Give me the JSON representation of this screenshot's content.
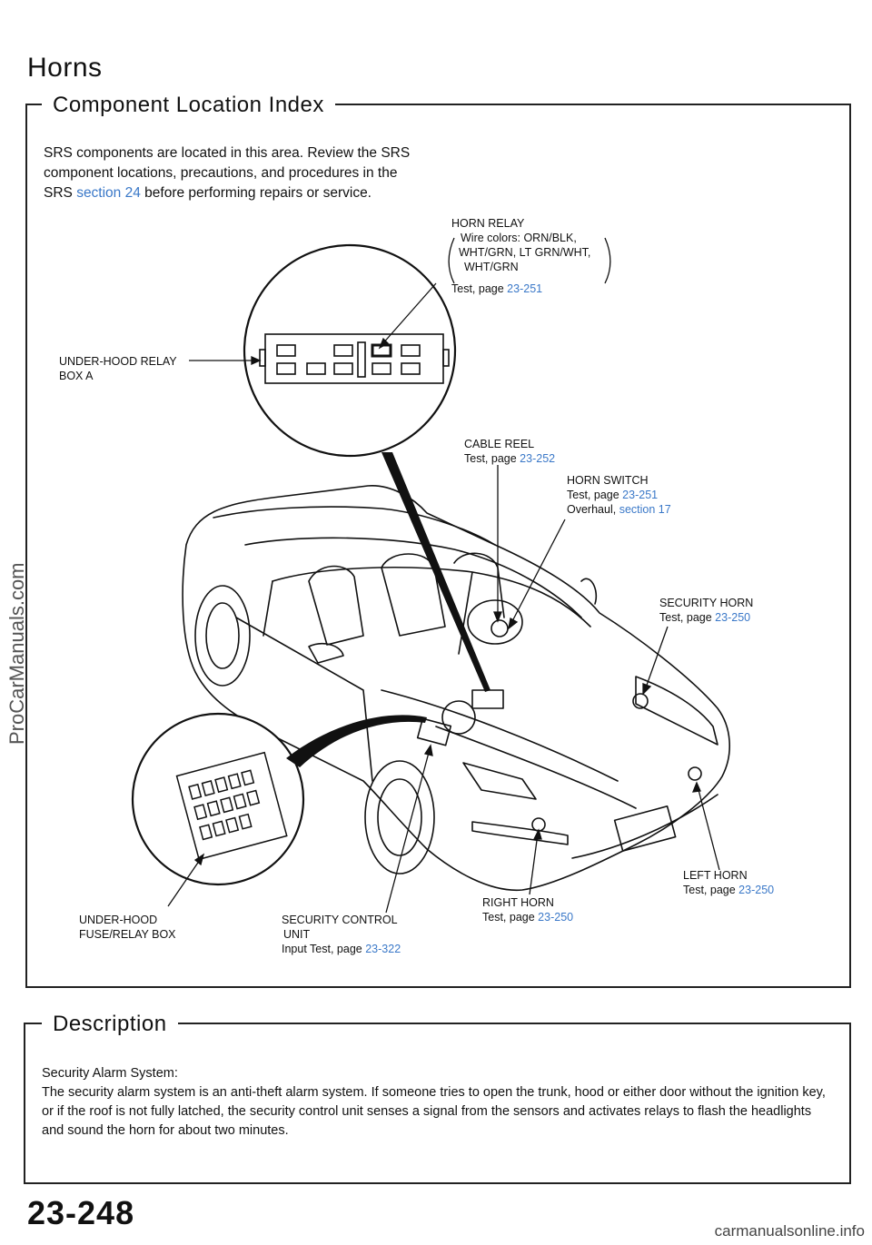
{
  "page_title": "Horns",
  "section1_title": "Component Location Index",
  "intro": {
    "text_before": "SRS components are located in this area. Review the SRS component locations, precautions, and procedures in the SRS ",
    "link": "section 24",
    "text_after": " before performing repairs or service."
  },
  "components": {
    "horn_relay": {
      "name": "HORN RELAY",
      "wire_line1": "Wire colors: ORN/BLK,",
      "wire_line2": "WHT/GRN, LT GRN/WHT,",
      "wire_line3": "WHT/GRN",
      "test_prefix": "Test, page",
      "test_page": "23-251"
    },
    "relay_box_a": {
      "line1": "UNDER-HOOD RELAY",
      "line2": "BOX A"
    },
    "cable_reel": {
      "name": "CABLE REEL",
      "test_prefix": "Test, page",
      "test_page": "23-252"
    },
    "horn_switch": {
      "name": "HORN SWITCH",
      "test_prefix": "Test, page",
      "test_page": "23-251",
      "overhaul_prefix": "Overhaul,",
      "overhaul_link": "section 17"
    },
    "security_horn": {
      "name": "SECURITY HORN",
      "test_prefix": "Test, page",
      "test_page": "23-250"
    },
    "left_horn": {
      "name": "LEFT HORN",
      "test_prefix": "Test, page",
      "test_page": "23-250"
    },
    "right_horn": {
      "name": "RIGHT HORN",
      "test_prefix": "Test, page",
      "test_page": "23-250"
    },
    "fuse_box": {
      "line1": "UNDER-HOOD",
      "line2": "FUSE/RELAY BOX"
    },
    "security_unit": {
      "line1": "SECURITY CONTROL",
      "line2": "UNIT",
      "test_prefix": "Input Test, page",
      "test_page": "23-322"
    }
  },
  "section2_title": "Description",
  "description": {
    "heading": "Security Alarm System:",
    "body": "The security alarm system is an anti-theft alarm system. If someone tries to open the trunk, hood or either door without the ignition key, or if the roof is not fully latched, the security control unit senses a signal from the sensors and activates relays to flash the headlights and sound the horn for about two minutes."
  },
  "watermark": "ProCarManuals.com",
  "page_number": "23-248",
  "footer": "carmanualsonline.info"
}
